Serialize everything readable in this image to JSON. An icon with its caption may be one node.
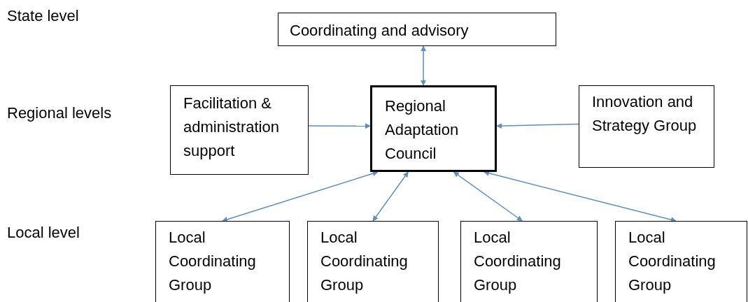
{
  "diagram": {
    "nodes": [
      {
        "text": [
          "Coordinating and advisory"
        ]
      },
      {
        "text": [
          "Facilitation & administration support"
        ]
      },
      {
        "text": [
          "Regional Adaptation Council"
        ]
      },
      {
        "text": [
          "Innovation and Strategy Group"
        ]
      },
      {
        "text": [
          "Local Coordinating Group"
        ]
      },
      {
        "text": [
          "Local Coordinating Group"
        ]
      },
      {
        "text": [
          "Local Coordinating Group"
        ]
      },
      {
        "text": [
          "Local Coordinating Group"
        ]
      }
    ],
    "edges": [
      {
        "from": 0,
        "to": 2,
        "arrow": "both"
      },
      {
        "from": 1,
        "to": 2,
        "arrow": "to"
      },
      {
        "from": 3,
        "to": 2,
        "arrow": "to"
      },
      {
        "from": 2,
        "to": 4,
        "arrow": "both"
      },
      {
        "from": 2,
        "to": 5,
        "arrow": "both"
      },
      {
        "from": 2,
        "to": 6,
        "arrow": "both"
      },
      {
        "from": 2,
        "to": 7,
        "arrow": "both"
      }
    ],
    "labels": [
      "State level",
      "Regional levels",
      "Local level"
    ]
  }
}
